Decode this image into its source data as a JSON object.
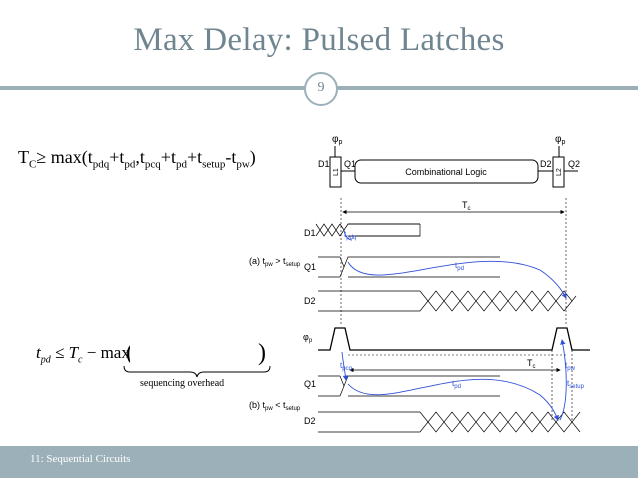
{
  "slide": {
    "title": "Max Delay: Pulsed Latches",
    "number": "9",
    "footer": "11: Sequential Circuits"
  },
  "formula": {
    "lhs": "T",
    "lhs_sub": "C",
    "relation": "≥",
    "fn": " max(t",
    "s1": "pdq",
    "p1": "+t",
    "s2": "pd",
    "p2": ",t",
    "s3": "pcq",
    "p3": "+t",
    "s4": "pd",
    "p4": "+t",
    "s5": "setup",
    "p5": "-t",
    "s6": "pw",
    "p6": ")"
  },
  "equation2": {
    "t": "t",
    "t_sub": "pd",
    "le": " ≤ T",
    "tc_sub": "c",
    "minus_max": " − max",
    "open": "(",
    "close": ")",
    "overhead_label": "sequencing overhead"
  },
  "diagram": {
    "phi": "φ",
    "phi_sub": "p",
    "d1": "D1",
    "q1": "Q1",
    "d2": "D2",
    "q2": "Q2",
    "l1": "L1",
    "l2": "L2",
    "logic": "Combinational Logic",
    "tc": "T",
    "tc_sub": "c",
    "case_a": "(a) t",
    "case_a_pw": "pw",
    "case_a_rel": " > t",
    "case_a_setup": "setup",
    "case_b": "(b) t",
    "case_b_pw": "pw",
    "case_b_rel": " < t",
    "case_b_setup": "setup",
    "t_pdq": "t",
    "pdq": "pdq",
    "t_pd": "t",
    "pd": "pd",
    "t_pcq": "t",
    "pcq": "pcq",
    "t_pw": "t",
    "pw": "pw",
    "t_setup": "t",
    "setup": "setup"
  }
}
